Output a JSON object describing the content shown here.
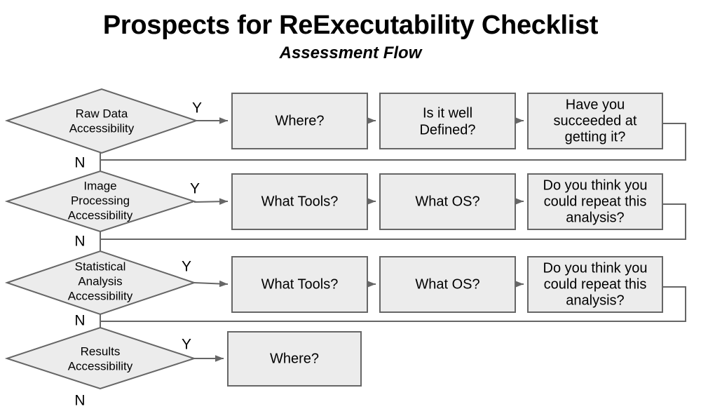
{
  "header": {
    "title": "Prospects for ReExecutability Checklist",
    "subtitle": "Assessment Flow"
  },
  "labels": {
    "yes": "Y",
    "no": "N"
  },
  "colors": {
    "shape_fill": "#ececec",
    "shape_stroke": "#666666",
    "text": "#000000",
    "background": "#ffffff"
  },
  "rows": [
    {
      "decision": {
        "id": "raw-data-accessibility",
        "lines": [
          "Raw Data",
          "Accessibility"
        ],
        "yes_label": "Y",
        "no_label": "N"
      },
      "steps": [
        {
          "id": "where-raw-data",
          "lines": [
            "Where?"
          ]
        },
        {
          "id": "is-it-well-defined",
          "lines": [
            "Is it well",
            "Defined?"
          ]
        },
        {
          "id": "have-you-succeeded-at-getting-it",
          "lines": [
            "Have you",
            "succeeded at",
            "getting it?"
          ]
        }
      ],
      "has_return_loop": true
    },
    {
      "decision": {
        "id": "image-processing-accessibility",
        "lines": [
          "Image",
          "Processing",
          "Accessibility"
        ],
        "yes_label": "Y",
        "no_label": "N"
      },
      "steps": [
        {
          "id": "what-tools-image-processing",
          "lines": [
            "What Tools?"
          ]
        },
        {
          "id": "what-os-image-processing",
          "lines": [
            "What OS?"
          ]
        },
        {
          "id": "could-repeat-analysis-image-processing",
          "lines": [
            "Do you think you",
            "could repeat this",
            "analysis?"
          ]
        }
      ],
      "has_return_loop": true
    },
    {
      "decision": {
        "id": "statistical-analysis-accessibility",
        "lines": [
          "Statistical",
          "Analysis",
          "Accessibility"
        ],
        "yes_label": "Y",
        "no_label": "N"
      },
      "steps": [
        {
          "id": "what-tools-statistical-analysis",
          "lines": [
            "What Tools?"
          ]
        },
        {
          "id": "what-os-statistical-analysis",
          "lines": [
            "What OS?"
          ]
        },
        {
          "id": "could-repeat-analysis-statistical",
          "lines": [
            "Do you think you",
            "could repeat this",
            "analysis?"
          ]
        }
      ],
      "has_return_loop": true
    },
    {
      "decision": {
        "id": "results-accessibility",
        "lines": [
          "Results",
          "Accessibility"
        ],
        "yes_label": "Y",
        "no_label": "N"
      },
      "steps": [
        {
          "id": "where-results",
          "lines": [
            "Where?"
          ]
        }
      ],
      "has_return_loop": false
    }
  ],
  "text_values": {
    "r0_d_l0": "Raw Data",
    "r0_d_l1": "Accessibility",
    "r0_s0_l0": "Where?",
    "r0_s1_l0": "Is it well",
    "r0_s1_l1": "Defined?",
    "r0_s2_l0": "Have you",
    "r0_s2_l1": "succeeded at",
    "r0_s2_l2": "getting it?",
    "r1_d_l0": "Image",
    "r1_d_l1": "Processing",
    "r1_d_l2": "Accessibility",
    "r1_s0_l0": "What Tools?",
    "r1_s1_l0": "What OS?",
    "r1_s2_l0": "Do you think you",
    "r1_s2_l1": "could repeat this",
    "r1_s2_l2": "analysis?",
    "r2_d_l0": "Statistical",
    "r2_d_l1": "Analysis",
    "r2_d_l2": "Accessibility",
    "r2_s0_l0": "What Tools?",
    "r2_s1_l0": "What OS?",
    "r2_s2_l0": "Do you think you",
    "r2_s2_l1": "could repeat this",
    "r2_s2_l2": "analysis?",
    "r3_d_l0": "Results",
    "r3_d_l1": "Accessibility",
    "r3_s0_l0": "Where?",
    "y0": "Y",
    "y1": "Y",
    "y2": "Y",
    "y3": "Y",
    "n0": "N",
    "n1": "N",
    "n2": "N",
    "n3": "N"
  }
}
